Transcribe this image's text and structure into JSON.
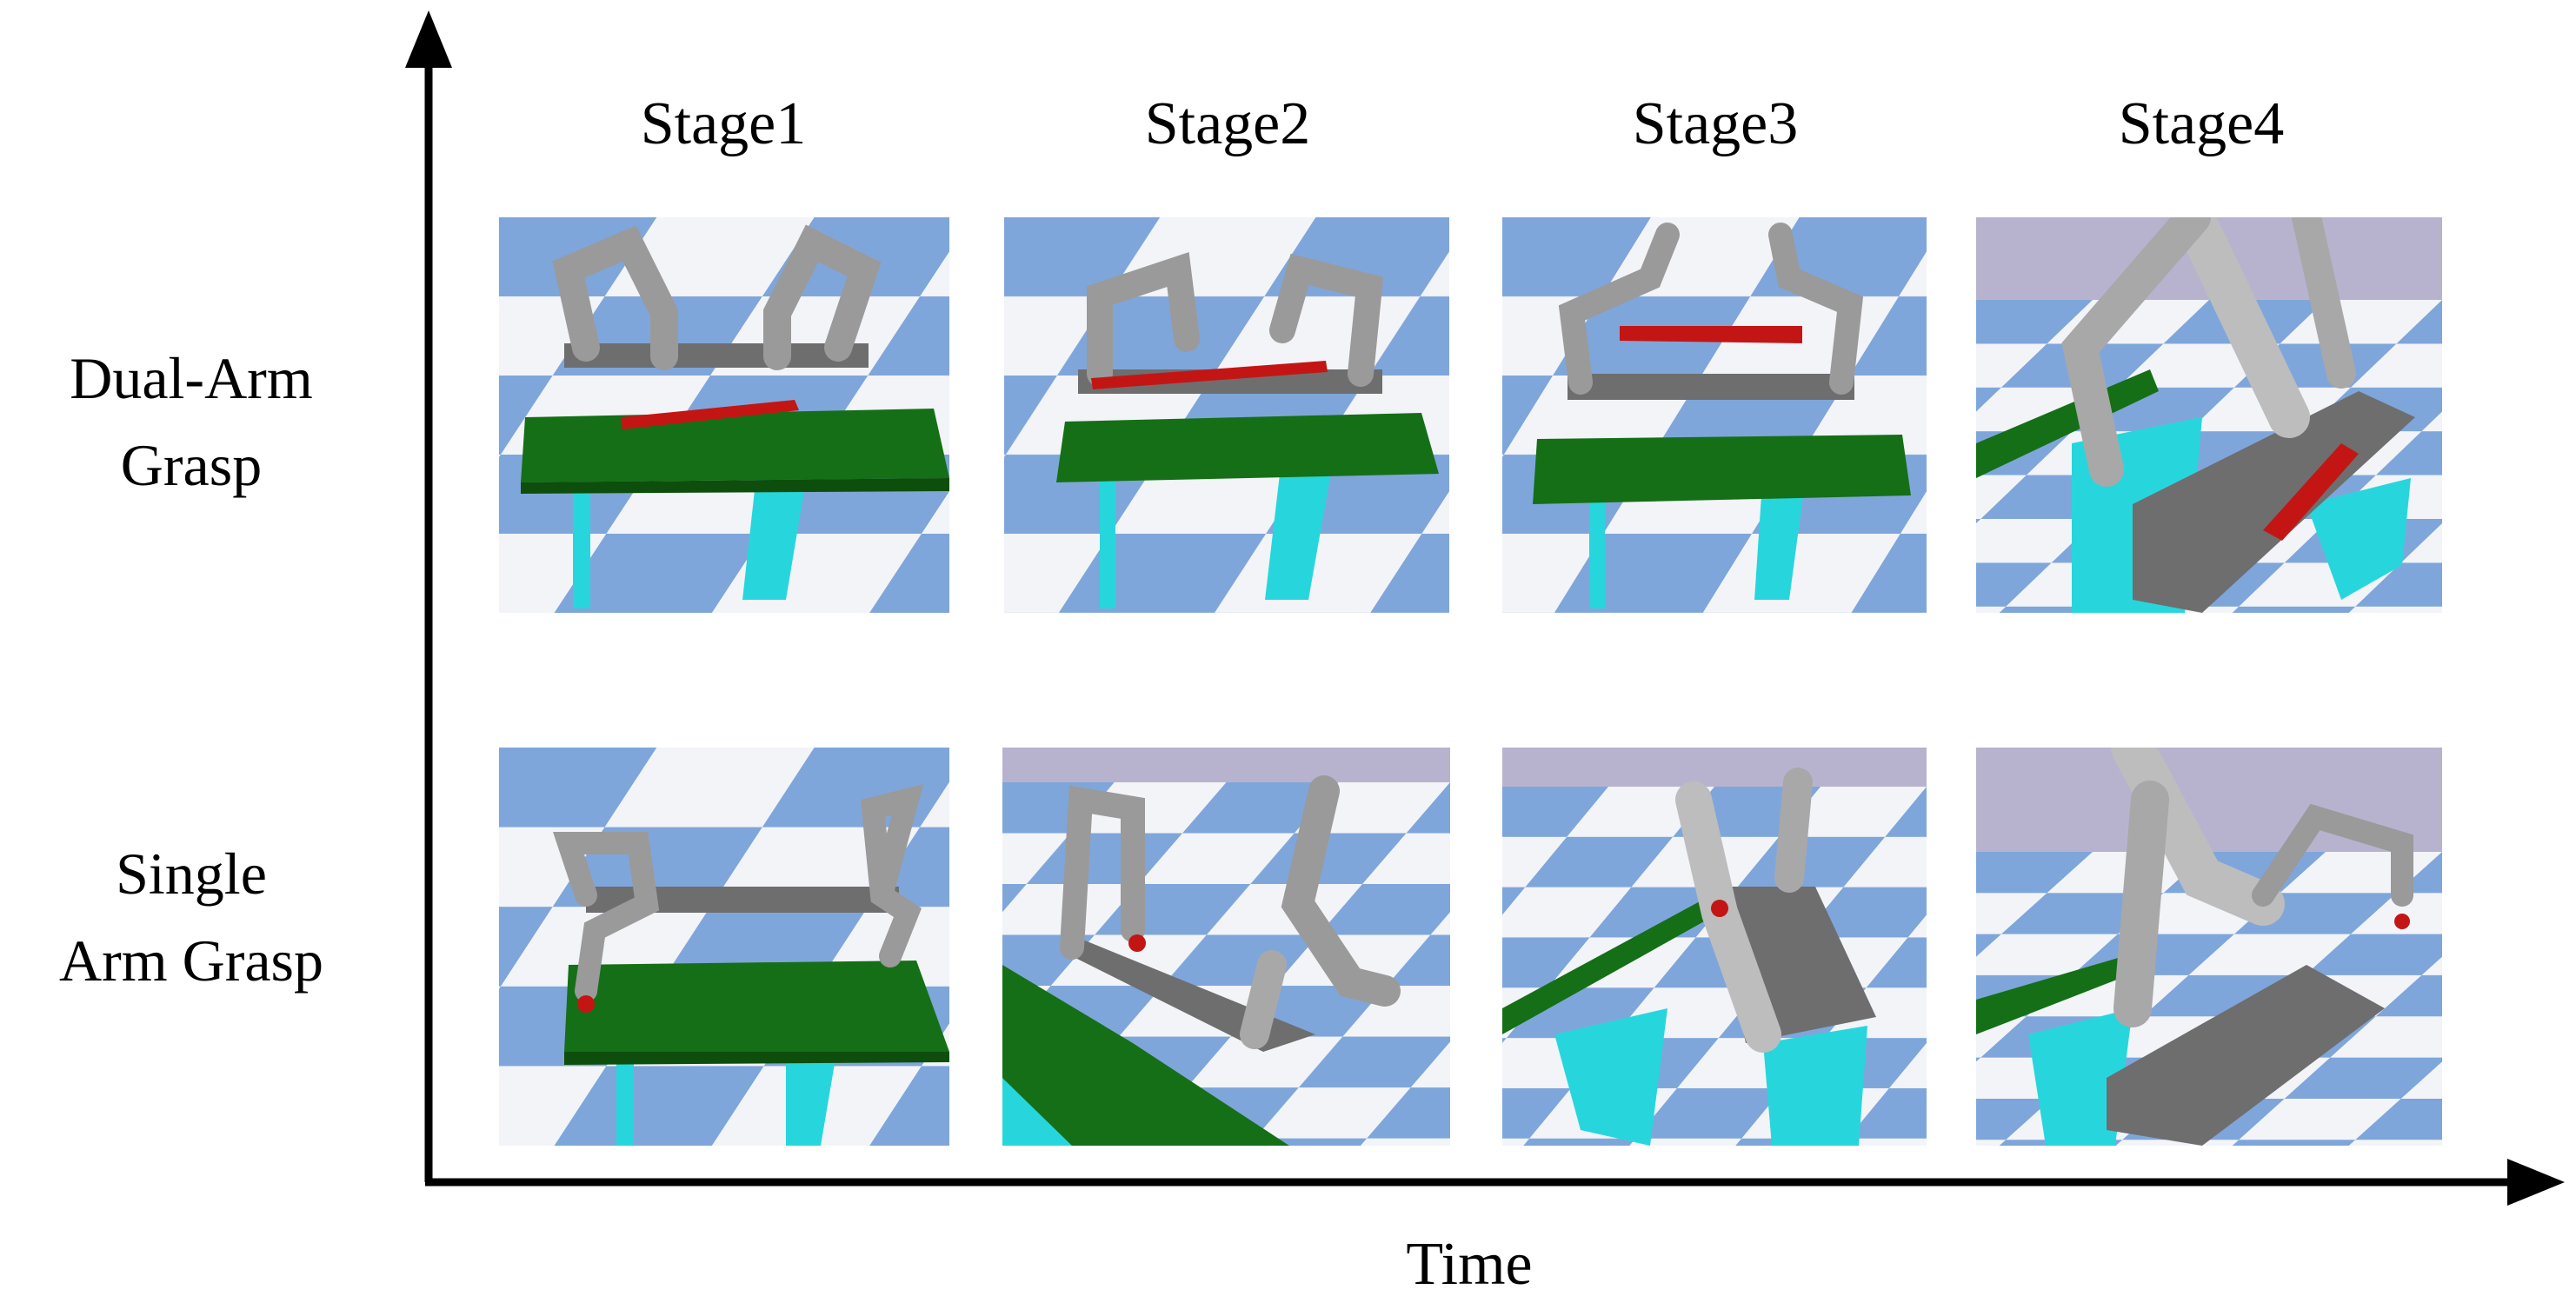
{
  "axes": {
    "x_label": "Time"
  },
  "stages": [
    "Stage1",
    "Stage2",
    "Stage3",
    "Stage4"
  ],
  "rows": [
    {
      "lines": [
        "Dual-Arm",
        "Grasp"
      ]
    },
    {
      "lines": [
        "Single",
        "Arm Grasp"
      ]
    }
  ],
  "colors": {
    "floor_blue": "#7fa6da",
    "floor_white": "#f2f4f8",
    "sky": "#b7b3cf",
    "table_green": "#156f16",
    "table_gray": "#6e6e6e",
    "leg_cyan": "#27d6dc",
    "robot_gray": "#9a9a9a",
    "object_red": "#c41515"
  }
}
